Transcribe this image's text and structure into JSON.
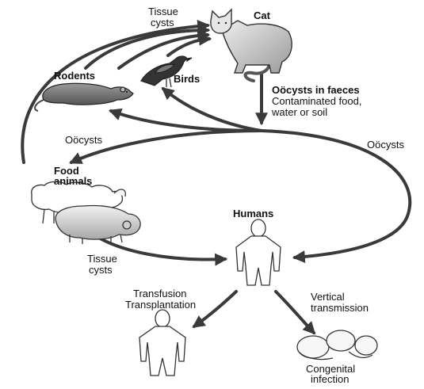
{
  "labels": {
    "tissue_cysts_top_1": "Tissue",
    "tissue_cysts_top_2": "cysts",
    "cat": "Cat",
    "rodents": "Rodents",
    "birds": "Birds",
    "oocysts_faeces": "Oöcysts in faeces",
    "contaminated_1": "Contaminated food,",
    "contaminated_2": "water or soil",
    "oocysts_left": "Oöcysts",
    "oocysts_right": "Oöcysts",
    "food_animals_1": "Food",
    "food_animals_2": "animals",
    "humans": "Humans",
    "tissue_cysts_bottom_1": "Tissue",
    "tissue_cysts_bottom_2": "cysts",
    "transfusion": "Transfusion",
    "transplantation": "Transplantation",
    "vertical_1": "Vertical",
    "vertical_2": "transmission",
    "congenital_1": "Congenital",
    "congenital_2": "infection"
  },
  "icons": {
    "cat": "cat-icon",
    "bird": "bird-icon",
    "rodent": "rodent-icon",
    "sheep": "sheep-icon",
    "pig": "pig-icon",
    "human": "human-figure-icon",
    "infant": "infant-icon"
  }
}
